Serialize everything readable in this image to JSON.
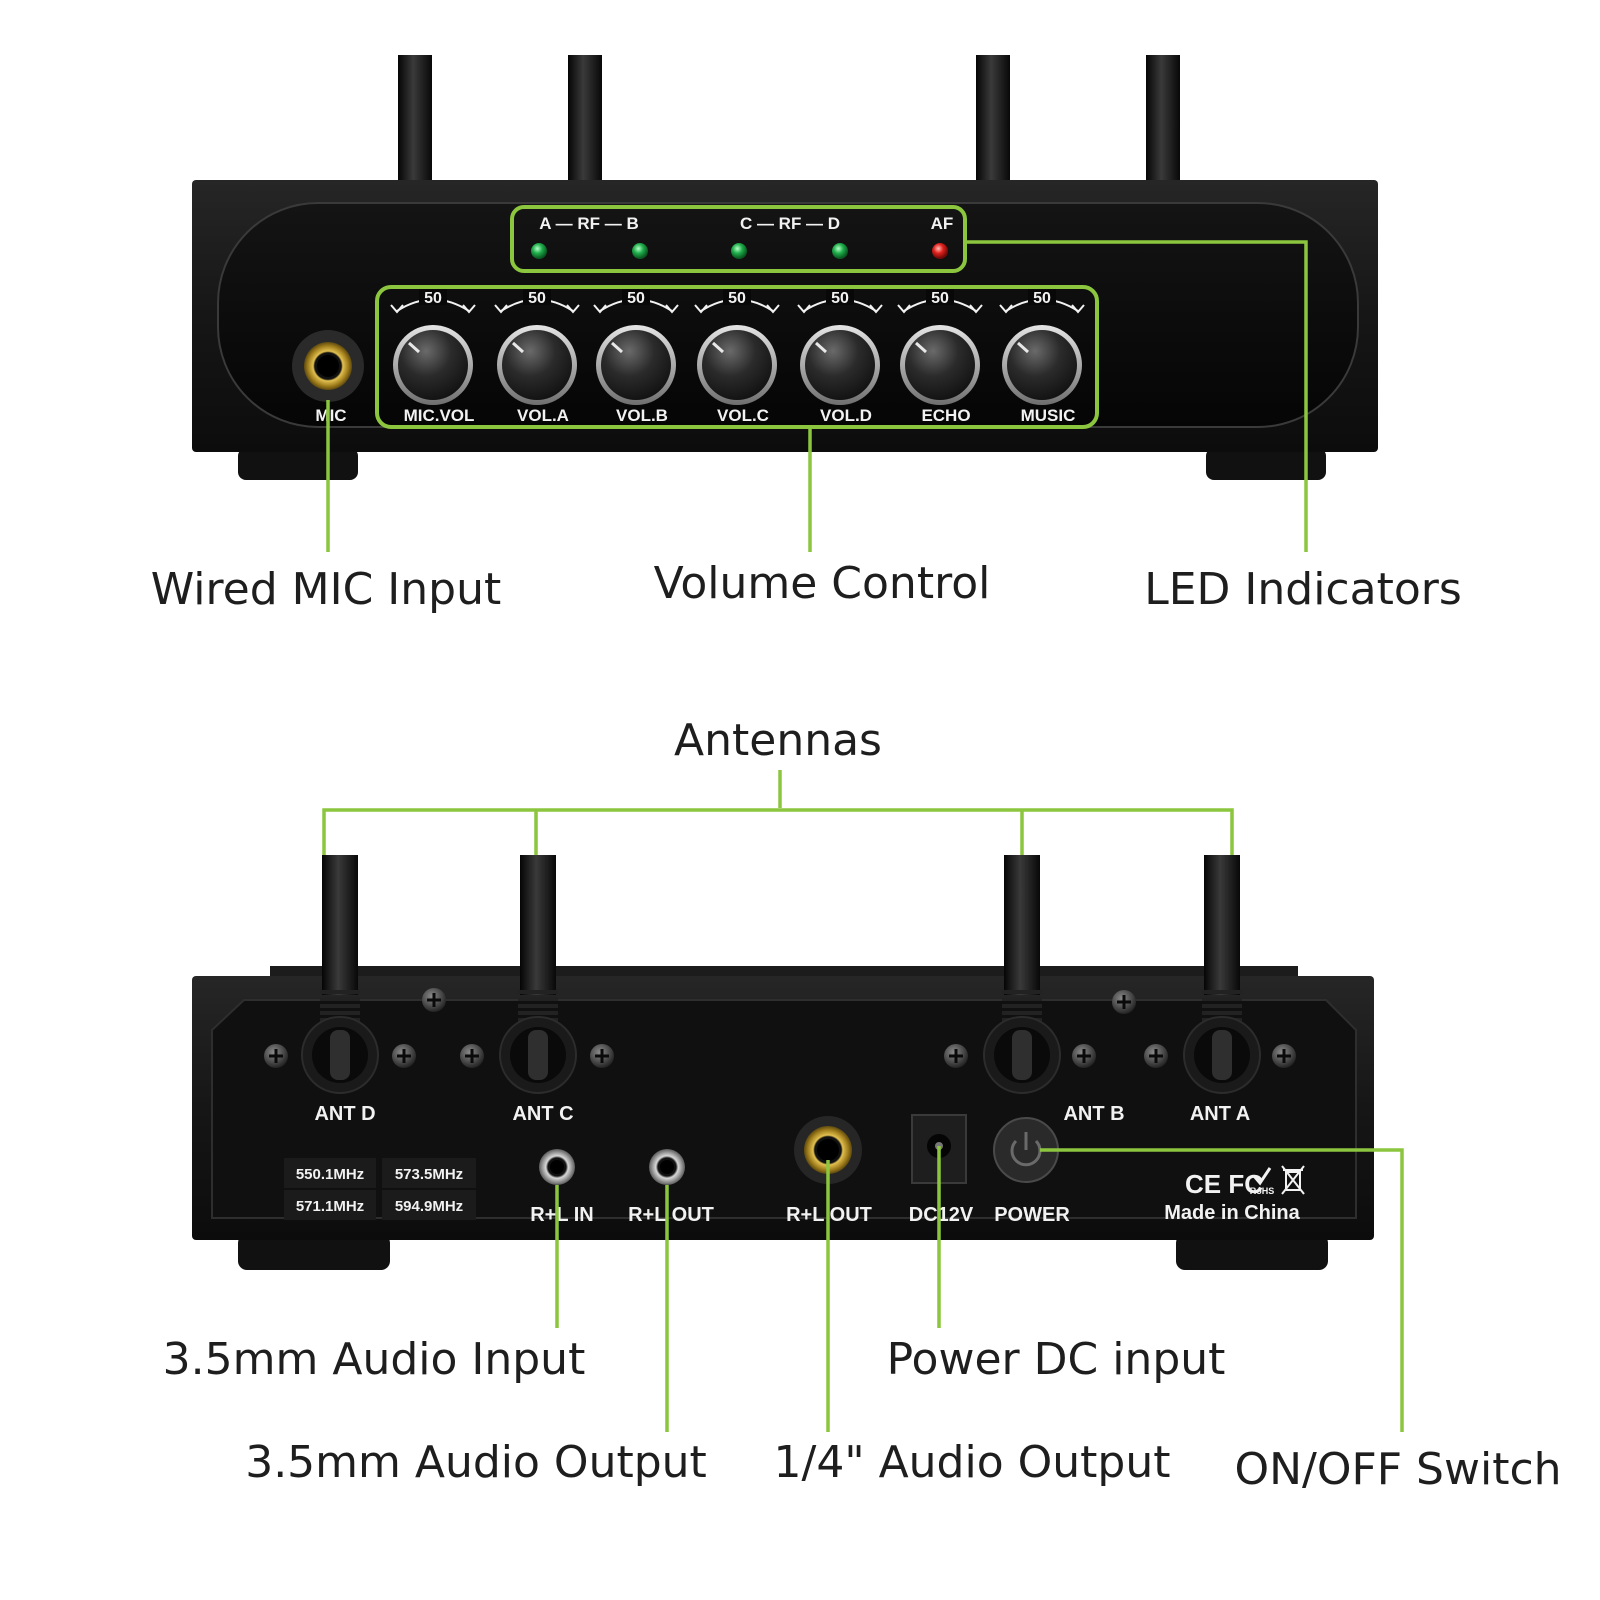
{
  "front_panel": {
    "led_labels": {
      "rf_ab": "A — RF — B",
      "rf_cd": "C — RF — D",
      "af": "AF"
    },
    "knob_scale": "50",
    "knobs": [
      "MIC.VOL",
      "VOL.A",
      "VOL.B",
      "VOL.C",
      "VOL.D",
      "ECHO",
      "MUSIC"
    ],
    "mic_jack_label": "MIC",
    "led_colors": {
      "rf": "#1fae4b",
      "af": "#e0201b"
    }
  },
  "callouts_front": {
    "wired_mic": "Wired MIC Input",
    "volume_control": "Volume Control",
    "led_indicators": "LED Indicators"
  },
  "rear_panel": {
    "antenna_labels": [
      "ANT D",
      "ANT C",
      "ANT B",
      "ANT A"
    ],
    "frequencies": [
      "550.1MHz",
      "573.5MHz",
      "571.1MHz",
      "594.9MHz"
    ],
    "port_labels": {
      "rl_in": "R+L IN",
      "rl_out_small": "R+L OUT",
      "rl_out_large": "R+L OUT",
      "dc": "DC12V",
      "power": "POWER"
    },
    "cert_marks": "CE FC",
    "rohs": "RoHS",
    "made_in": "Made in China"
  },
  "callouts_rear": {
    "antennas": "Antennas",
    "audio_input": "3.5mm Audio Input",
    "audio_output_35": "3.5mm Audio Output",
    "audio_output_14": "1/4\" Audio Output",
    "power_dc": "Power DC input",
    "onoff": "ON/OFF Switch"
  },
  "colors": {
    "accent": "#8cc63f",
    "chassis": "#151515",
    "panel": "#080808",
    "jack_gold": "#c9a227"
  }
}
